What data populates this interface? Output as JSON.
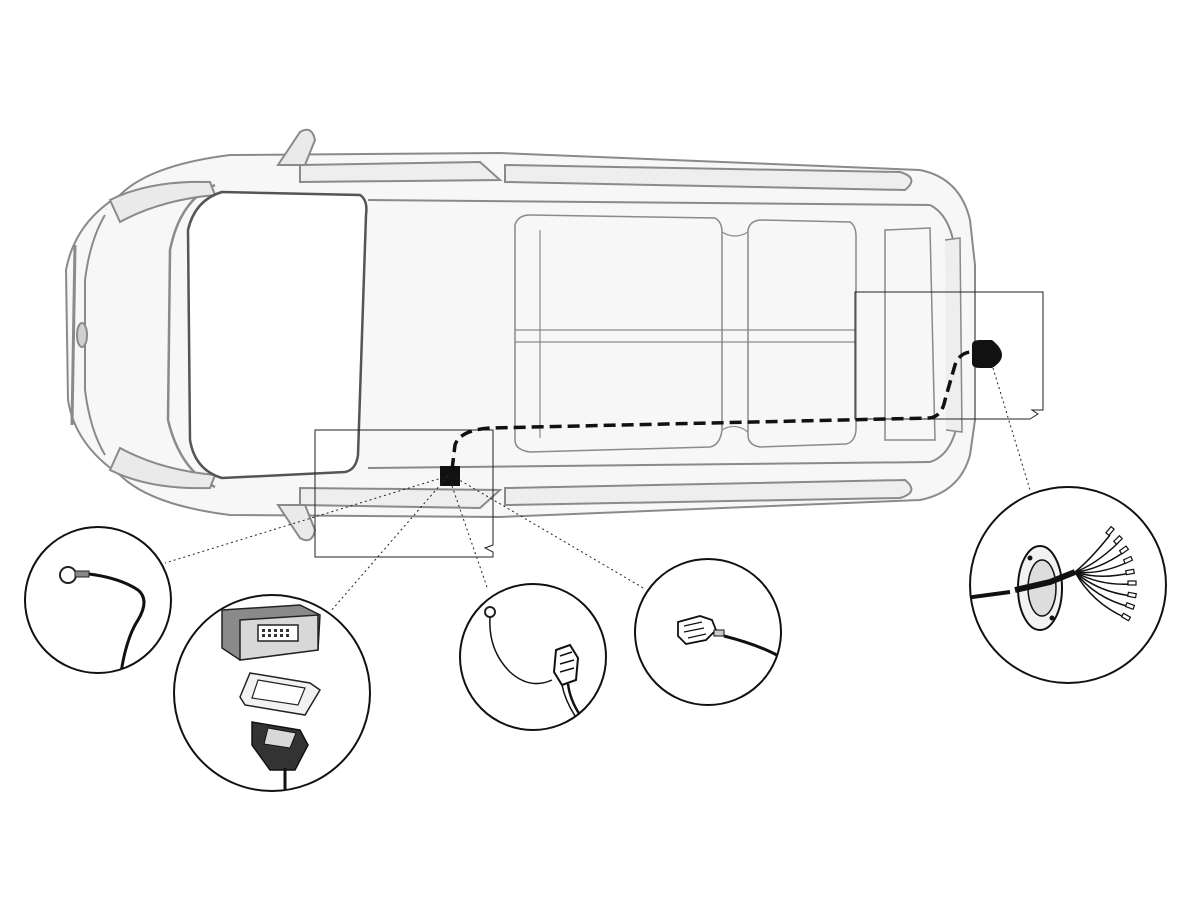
{
  "diagram": {
    "subject": "van-top-view-towbar-wiring-kit",
    "body_fill": "#f7f7f7",
    "outline_color": "#8a8a8a",
    "cable_color": "#111111",
    "detail_callouts": [
      {
        "id": "ground-eyelet",
        "icon": "ring-terminal-icon"
      },
      {
        "id": "control-module",
        "icon": "module-connector-icon"
      },
      {
        "id": "eyelet-with-plug",
        "icon": "plug-connector-icon"
      },
      {
        "id": "vehicle-connector",
        "icon": "vehicle-plug-icon"
      },
      {
        "id": "towbar-socket",
        "icon": "socket-wire-ends-icon"
      }
    ]
  }
}
